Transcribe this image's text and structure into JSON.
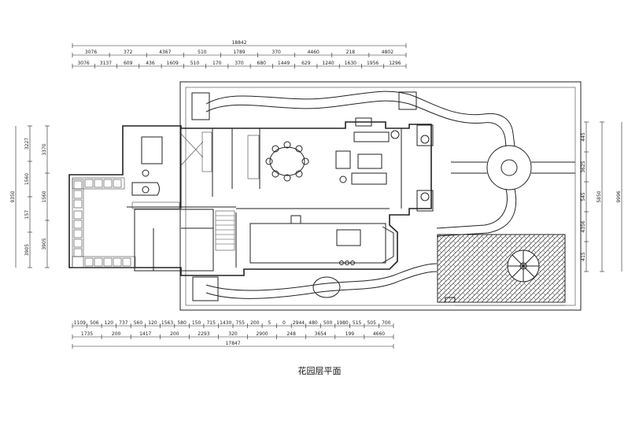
{
  "title": "花园层平面",
  "dims": {
    "top_total": "18842",
    "top_row1": [
      "3076",
      "372",
      "4367",
      "510",
      "1789",
      "370",
      "4460",
      "218",
      "4802"
    ],
    "top_row2": [
      "3076",
      "3137",
      "609",
      "436",
      "1609",
      "510",
      "170",
      "370",
      "680",
      "1449",
      "629",
      "1240",
      "1630",
      "1956",
      "1296"
    ],
    "bottom_row1": [
      "1109",
      "506",
      "120",
      "737",
      "560",
      "120",
      "1563",
      "580",
      "150",
      "715",
      "1430",
      "755",
      "200",
      "5",
      "0",
      "2944",
      "480",
      "500",
      "1980",
      "515",
      "505",
      "700"
    ],
    "bottom_row2": [
      "1735",
      "200",
      "1417",
      "200",
      "2293",
      "320",
      "2900",
      "248",
      "3654",
      "199",
      "4660"
    ],
    "bottom_total": "17847",
    "left_outer": "9350",
    "left_col1": [
      "3227",
      "1560",
      "157",
      "3905"
    ],
    "left_col2": [
      "3370",
      "1560",
      "3905"
    ],
    "right_col1": [
      "445",
      "3625",
      "545",
      "4356",
      "415"
    ],
    "right_col2": [
      "5850"
    ],
    "right_outer": "9996"
  }
}
